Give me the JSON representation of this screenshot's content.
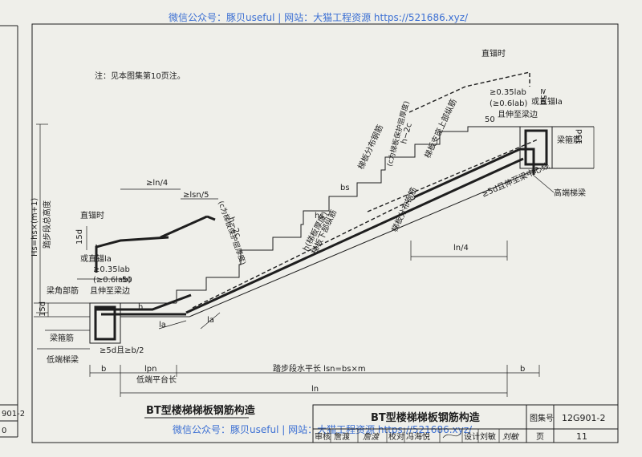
{
  "watermark": {
    "top": "微信公众号：豚贝useful | 网站：大猫工程资源 https://521686.xyz/",
    "bottom": "微信公众号：豚贝useful | 网站：大猫工程资源 https://521686.xyz/"
  },
  "left_page": {
    "atlas_fragment": "901-2",
    "page_fragment": "0"
  },
  "note": "注：见本图集第10页注。",
  "drawing_title": "BT型楼梯梯板钢筋构造",
  "labels": {
    "straight_anchor_top": "直锚时",
    "dim_5d_top": "≥5d",
    "ratio_top": "≥0.35lab",
    "ratio_top_alt": "(≥0.6lab)",
    "or_straight_anchor_top": "或直锚la",
    "fifty_top": "50",
    "extend_to_beam_top": "且伸至梁边",
    "beam_stirrup_right": "梁箍筋",
    "fifteen_d_right": "15d",
    "five_d_center": "≥5d且伸至梁中心线",
    "high_beam": "高端梯梁",
    "dist_bar_top": "梯板分布钢筋",
    "support_top_bar": "梯板支座上部纵筋",
    "h_minus_2c_top": "h−2c",
    "h_minus_2c_top_note": "(c为梯板保护层厚度)",
    "dist_bar_mid": "梯板分布钢筋",
    "bottom_long_bar": "梯板下部纵筋",
    "bs": "bs",
    "hs": "hs",
    "h_slab": "h(梯板厚度)",
    "ln_over4_right": "ln/4",
    "ln_over4_left": "≥ln/4",
    "lsn_over5": "≥lsn/5",
    "h_minus_2c_left": "h−2c",
    "h_minus_2c_left_note": "(c为梯板保护层厚度)",
    "straight_anchor_left": "直锚时",
    "fifteen_d_left_a": "15d",
    "or_straight_anchor_left": "或直锚la",
    "ratio_left": "≥0.35lab",
    "ratio_left_alt": "(≥0.6lab)",
    "fifty_left": "50",
    "extend_to_beam_left": "且伸至梁边",
    "beam_corner_bar": "梁角部筋",
    "fifteen_d_left_b": "15d",
    "beam_stirrup_left": "梁箍筋",
    "low_beam": "低端梯梁",
    "five_d_b2": "≥5d且≥b/2",
    "h_small": "h",
    "la_a": "la",
    "la_b": "la",
    "height_formula": "Hs=hs×(m+1)",
    "height_name": "踏步段总高度",
    "b_left": "b",
    "b_right": "b",
    "lpn": "lpn",
    "low_platform_len": "低端平台长",
    "tread_horiz_len": "踏步段水平长 lsn=bs×m",
    "ln": "ln"
  },
  "title_block": {
    "title": "BT型楼梯梯板钢筋构造",
    "atlas_label": "图集号",
    "atlas_number": "12G901-2",
    "review_label": "审核",
    "reviewer": "詹渡",
    "check_label": "校对",
    "checker": "冯海悦",
    "design_label": "设计",
    "designer": "刘敏",
    "designer_sig": "刘敏",
    "page_label": "页",
    "page_number": "11"
  }
}
